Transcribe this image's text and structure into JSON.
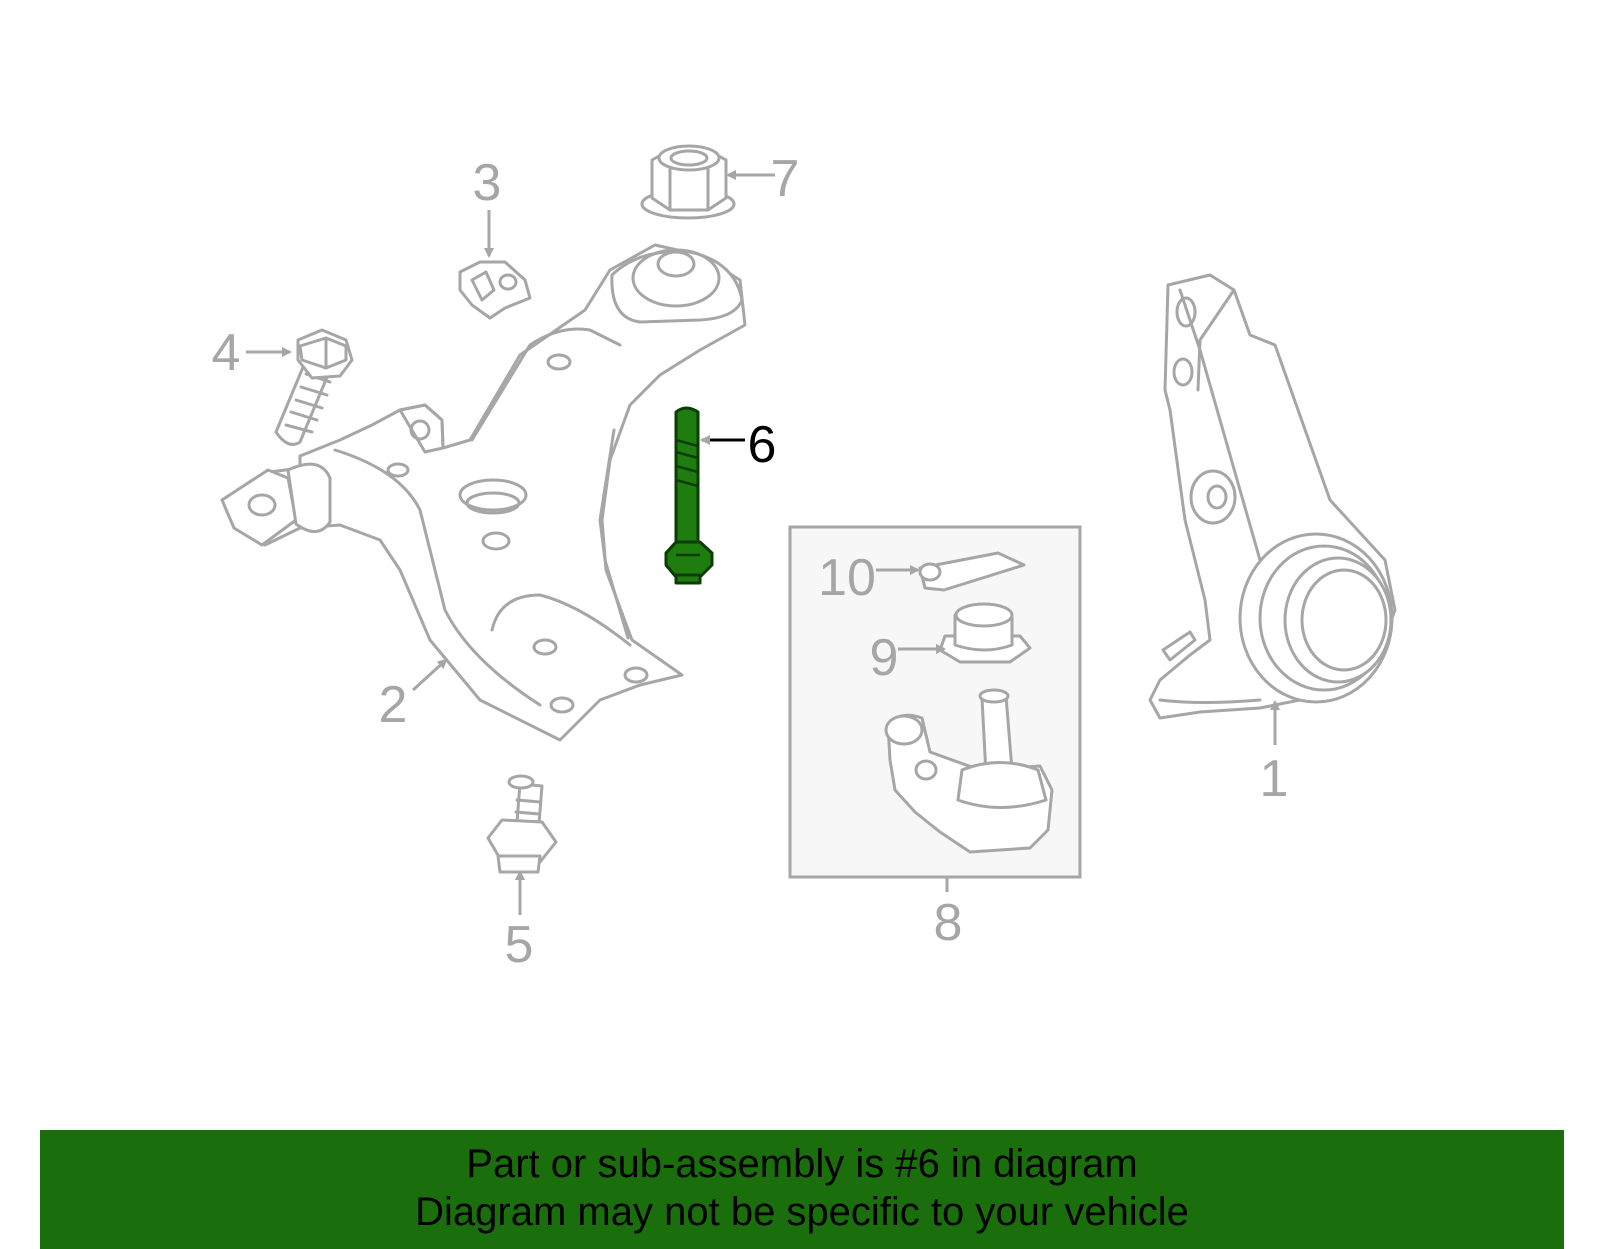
{
  "diagram": {
    "callouts": {
      "c1": "1",
      "c2": "2",
      "c3": "3",
      "c4": "4",
      "c5": "5",
      "c6": "6",
      "c7": "7",
      "c8": "8",
      "c9": "9",
      "c10": "10"
    },
    "highlighted_part": "6",
    "colors": {
      "outline": "#a6a6a6",
      "highlight": "#1f7d0f",
      "banner": "#1a6f0c",
      "subassembly_box": "#f7f7f7"
    }
  },
  "footer": {
    "line1": "Part or sub-assembly is #6 in diagram",
    "line2": "Diagram may not be specific to your vehicle"
  }
}
